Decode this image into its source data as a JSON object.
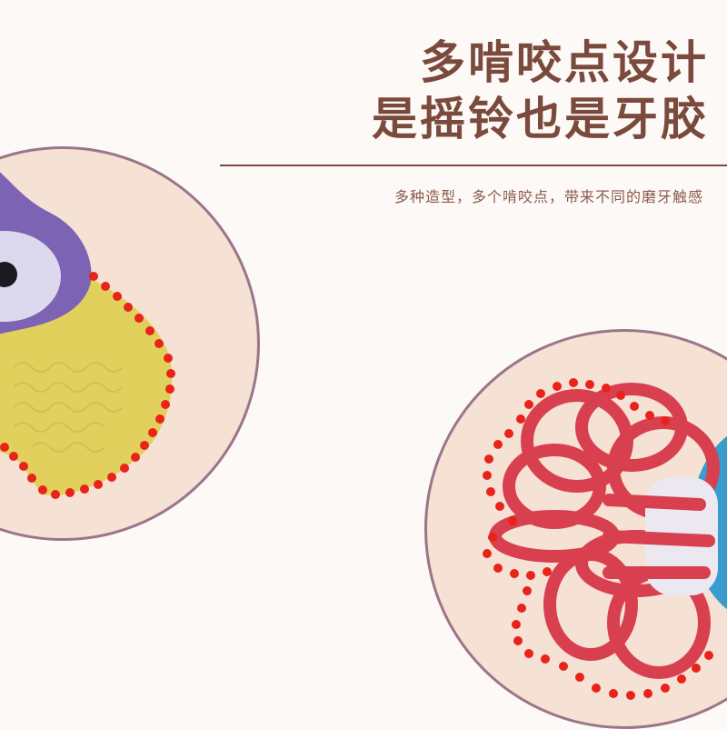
{
  "headline": {
    "line1": "多啃咬点设计",
    "line2": "是摇铃也是牙胶"
  },
  "subtitle": "多种造型，多个啃咬点，带来不同的磨牙触感",
  "colors": {
    "background": "#fdf9f6",
    "headline_text": "#7a4a3c",
    "circle_fill": "#f6e1d5",
    "circle_border": "#9b7588",
    "highlight_dots": "#e8231a",
    "teether_yellow": "#e2d05c",
    "rattle_purple": "#7d63b4",
    "rings_red": "#d8404f",
    "hub_white": "#ece8f2",
    "body_blue": "#3a9ccc"
  },
  "images": {
    "left": {
      "subject": "purple owl rattle with yellow wavy-textured teether",
      "highlight": "red dotted outline around teether edge"
    },
    "right": {
      "subject": "red looped teether rings on white hub with blue body",
      "highlight": "red dotted outline around rings"
    }
  }
}
